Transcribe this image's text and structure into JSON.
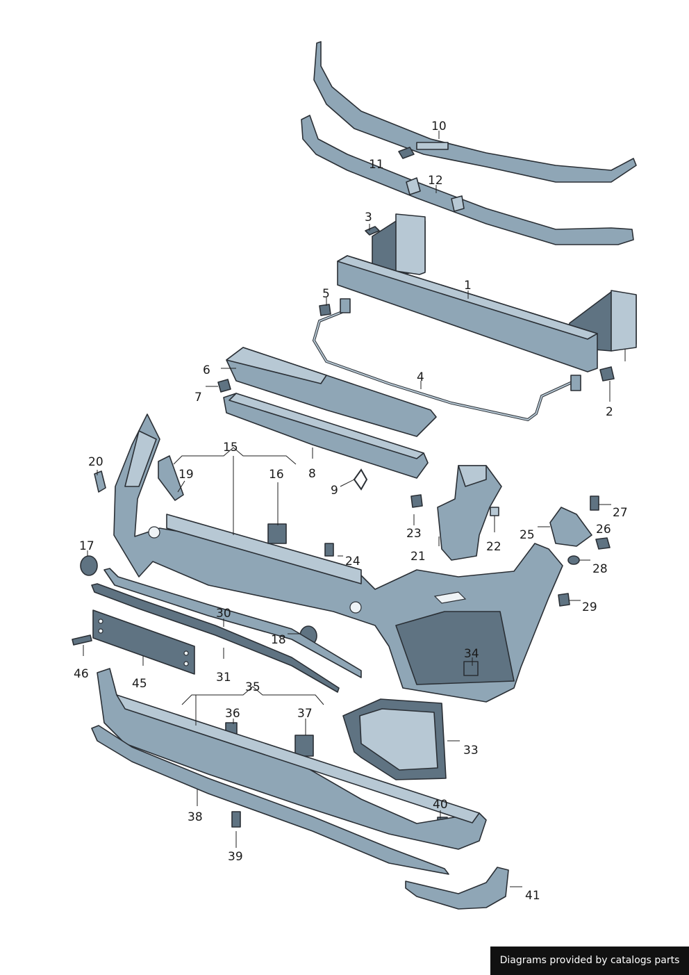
{
  "callouts": {
    "n1": "1",
    "n2": "2",
    "n3": "3",
    "n4": "4",
    "n5": "5",
    "n6": "6",
    "n7": "7",
    "n8": "8",
    "n9": "9",
    "n10": "10",
    "n11": "11",
    "n12": "12",
    "n15": "15",
    "n16": "16",
    "n17": "17",
    "n18": "18",
    "n19": "19",
    "n20": "20",
    "n21": "21",
    "n22": "22",
    "n23": "23",
    "n24": "24",
    "n25": "25",
    "n26": "26",
    "n27": "27",
    "n28": "28",
    "n29": "29",
    "n30": "30",
    "n31": "31",
    "n33": "33",
    "n34": "34",
    "n35": "35",
    "n36": "36",
    "n37": "37",
    "n38": "38",
    "n39": "39",
    "n40": "40",
    "n41": "41",
    "n45": "45",
    "n46": "46"
  },
  "credit": "Diagrams provided by catalogs parts",
  "colors": {
    "part_fill": "#8fa6b6",
    "part_highlight": "#b7c8d4",
    "part_shadow": "#5f7382",
    "outline": "#2a2f35",
    "credit_background": "#111111",
    "credit_text": "#ffffff"
  }
}
